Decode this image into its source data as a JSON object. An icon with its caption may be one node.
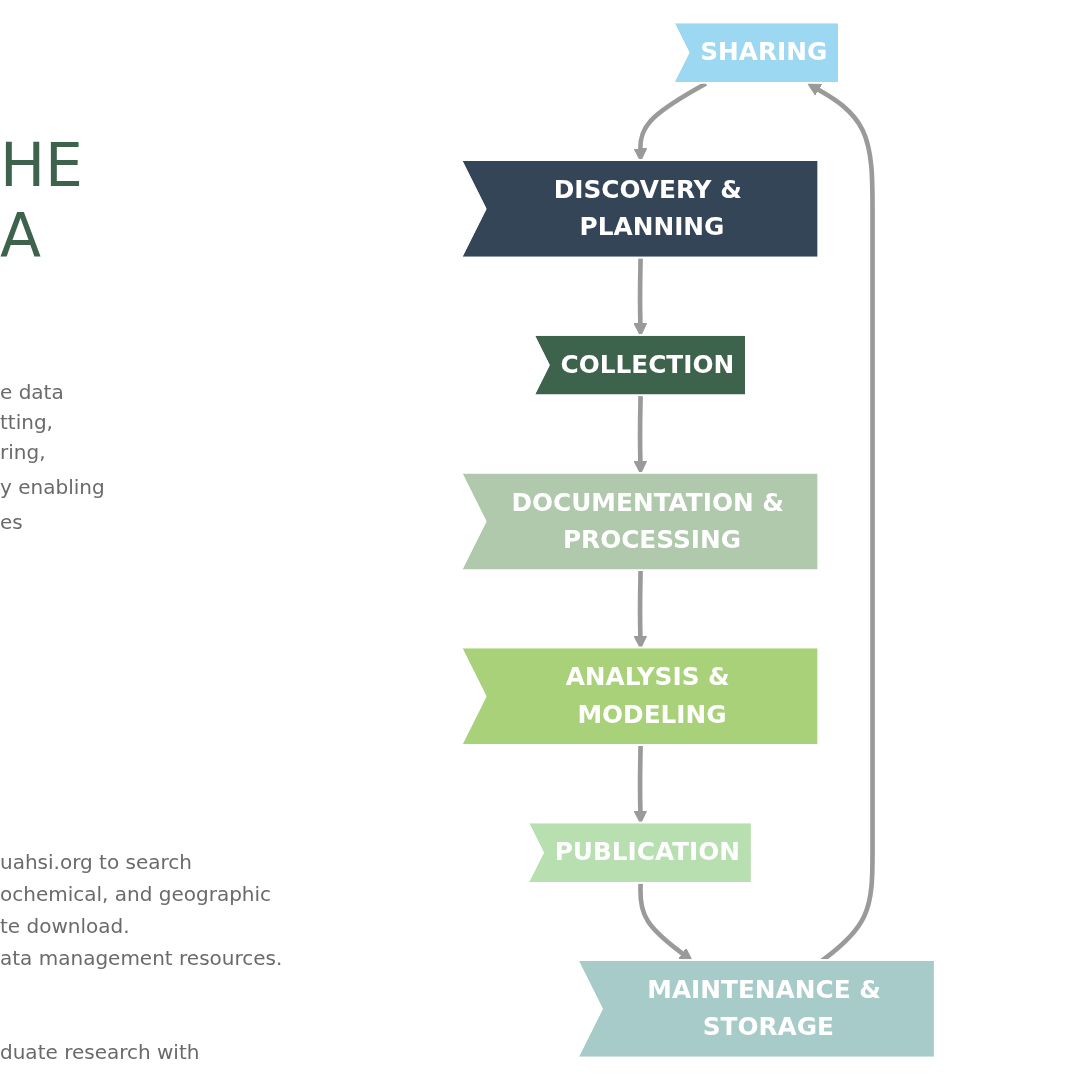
{
  "diagram": {
    "nodes": [
      {
        "text": [
          "SHARING"
        ]
      },
      {
        "text": [
          "DISCOVERY & PLANNING"
        ]
      },
      {
        "text": [
          "COLLECTION"
        ]
      },
      {
        "text": [
          "DOCUMENTATION & PROCESSING"
        ]
      },
      {
        "text": [
          "ANALYSIS & MODELING"
        ]
      },
      {
        "text": [
          "PUBLICATION"
        ]
      },
      {
        "text": [
          "MAINTENANCE & STORAGE"
        ]
      }
    ],
    "edges": [
      {
        "from": 0,
        "to": 1,
        "arrow": "to"
      },
      {
        "from": 1,
        "to": 2,
        "arrow": "to"
      },
      {
        "from": 2,
        "to": 3,
        "arrow": "to"
      },
      {
        "from": 3,
        "to": 4,
        "arrow": "to"
      },
      {
        "from": 4,
        "to": 5,
        "arrow": "to"
      },
      {
        "from": 5,
        "to": 6,
        "arrow": "to"
      },
      {
        "from": 6,
        "to": 0,
        "arrow": "to"
      }
    ],
    "labels": [
      "HE",
      "A",
      "e data",
      "tting,",
      "ring,",
      "y enabling",
      "es",
      "uahsi.org to search",
      "ochemical, and geographic",
      "te download.",
      "ata management resources.",
      "duate research with"
    ]
  }
}
